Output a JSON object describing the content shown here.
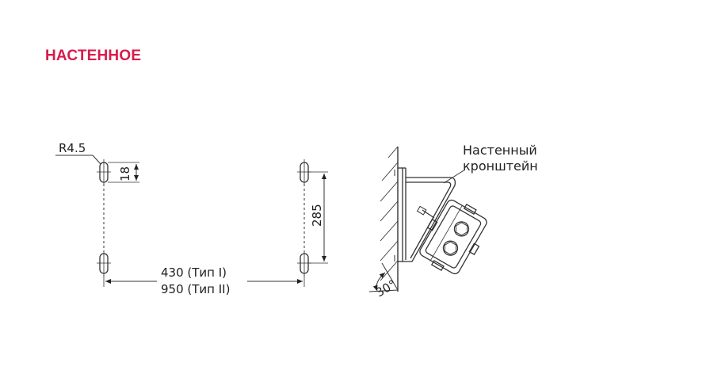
{
  "title": "НАСТЕННОЕ",
  "colors": {
    "accent": "#d81b4b",
    "line": "#333333"
  },
  "mounting_plan": {
    "radius_label": "R4.5",
    "slot_height_label": "18",
    "vertical_spacing_label": "285",
    "horizontal_spacing_type1": "430 (Тип I)",
    "horizontal_spacing_type2": "950 (Тип II)"
  },
  "side_view": {
    "bracket_label_line1": "Настенный",
    "bracket_label_line2": "кронштейн",
    "angle_label": "30°"
  }
}
